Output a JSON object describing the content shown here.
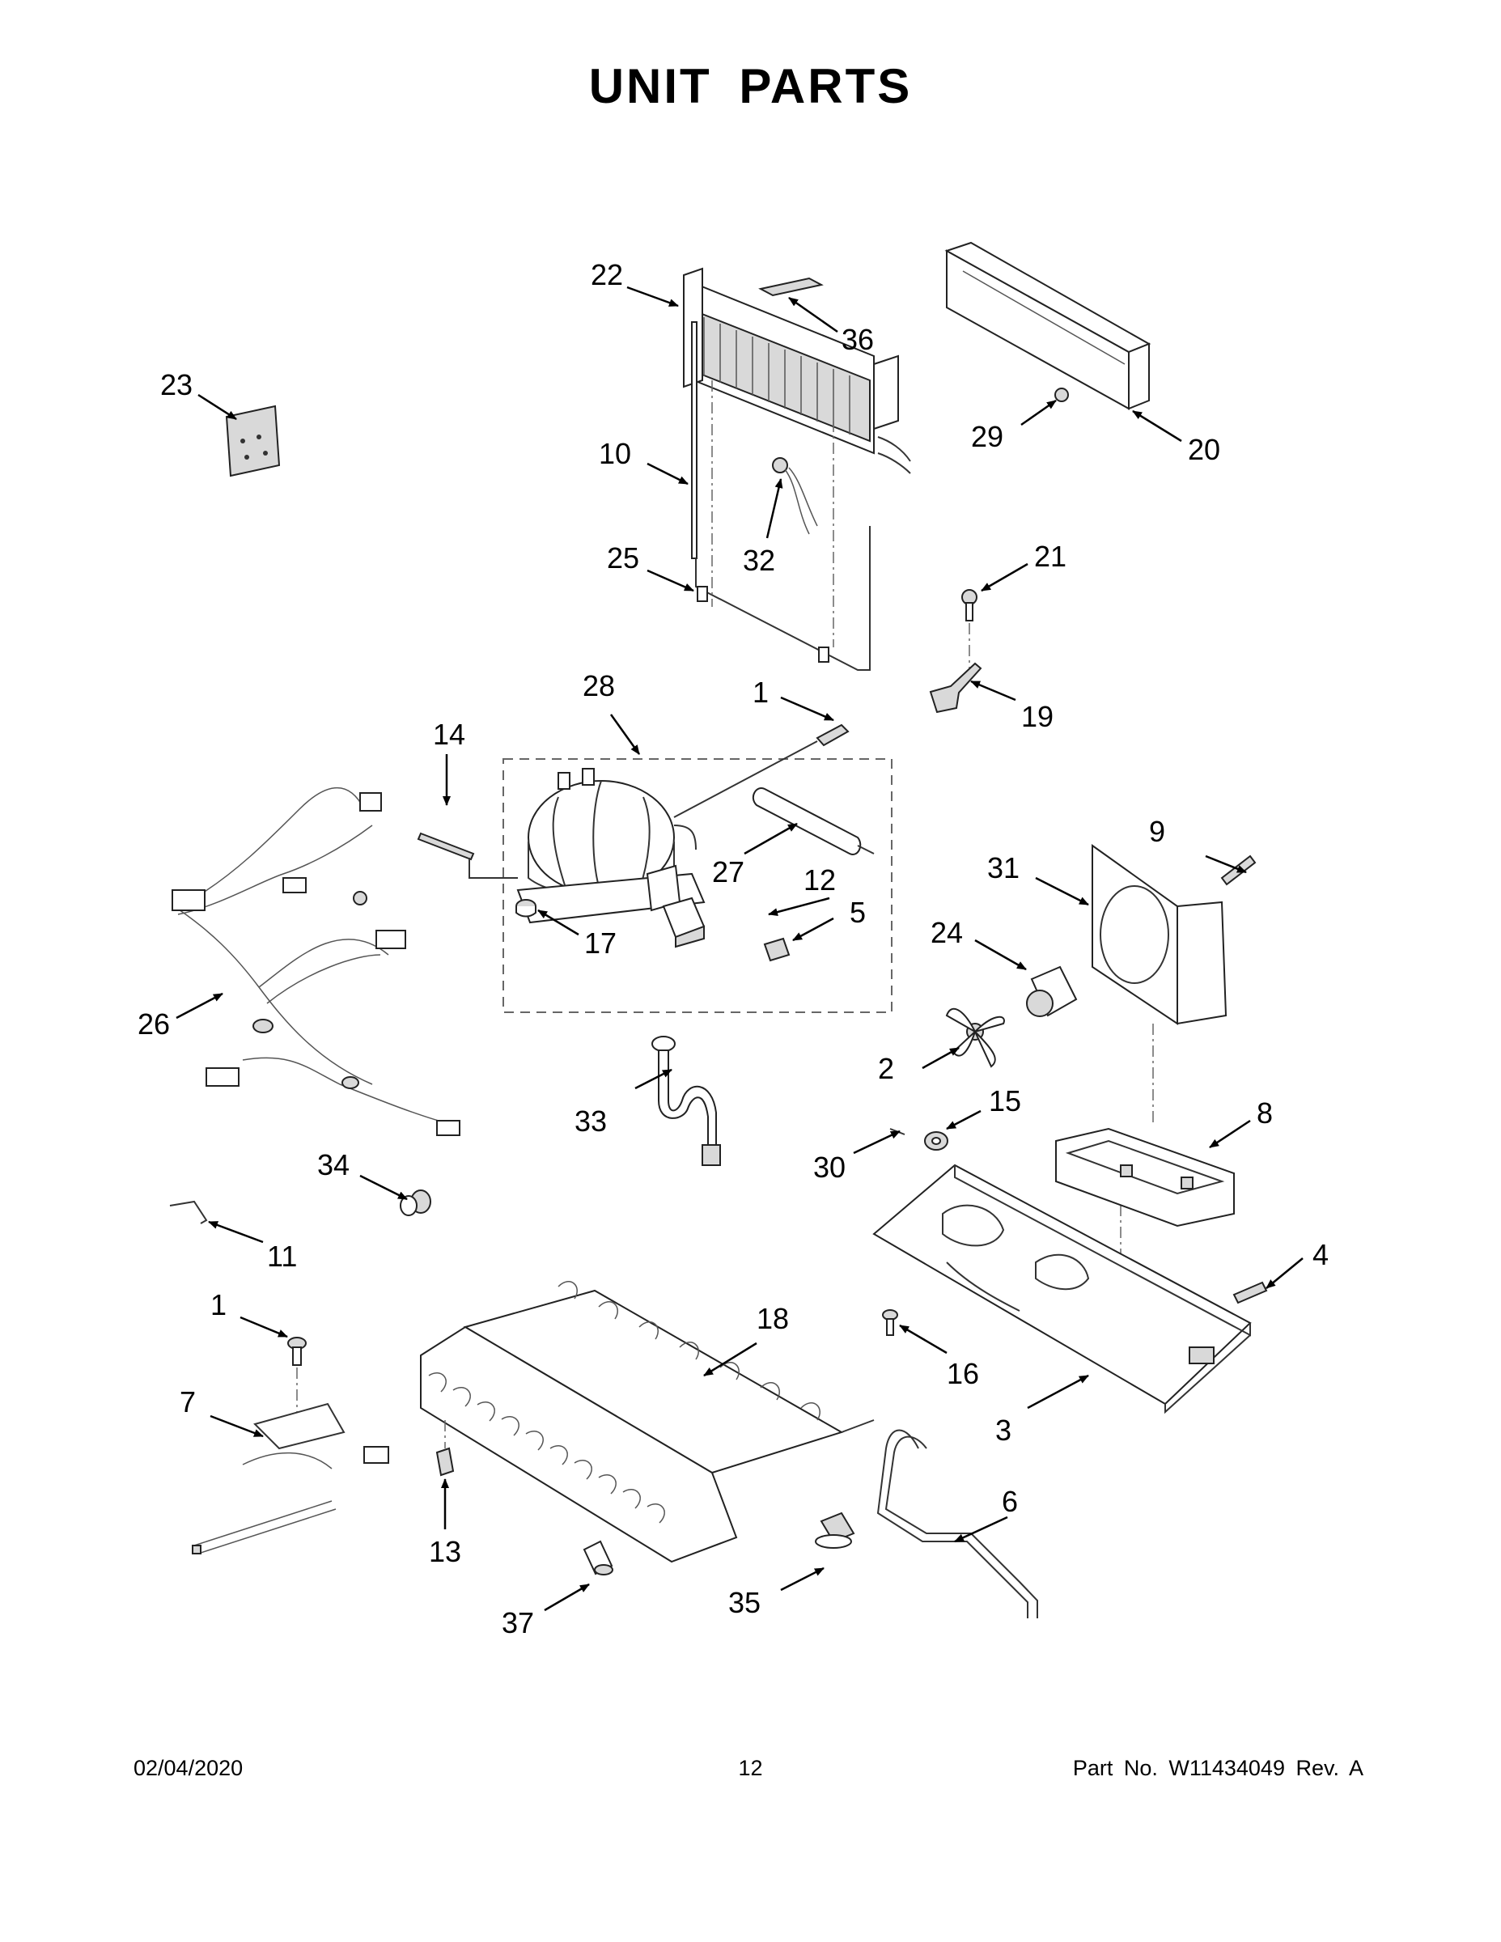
{
  "title": "UNIT PARTS",
  "footer": {
    "date": "02/04/2020",
    "page": "12",
    "part_no": "Part No.  W11434049  Rev.  A"
  },
  "callouts": [
    "1",
    "1",
    "2",
    "3",
    "4",
    "5",
    "6",
    "7",
    "8",
    "9",
    "10",
    "11",
    "12",
    "13",
    "14",
    "15",
    "16",
    "17",
    "18",
    "19",
    "20",
    "21",
    "22",
    "23",
    "24",
    "25",
    "26",
    "27",
    "28",
    "29",
    "30",
    "31",
    "32",
    "33",
    "34",
    "35",
    "36",
    "37"
  ]
}
